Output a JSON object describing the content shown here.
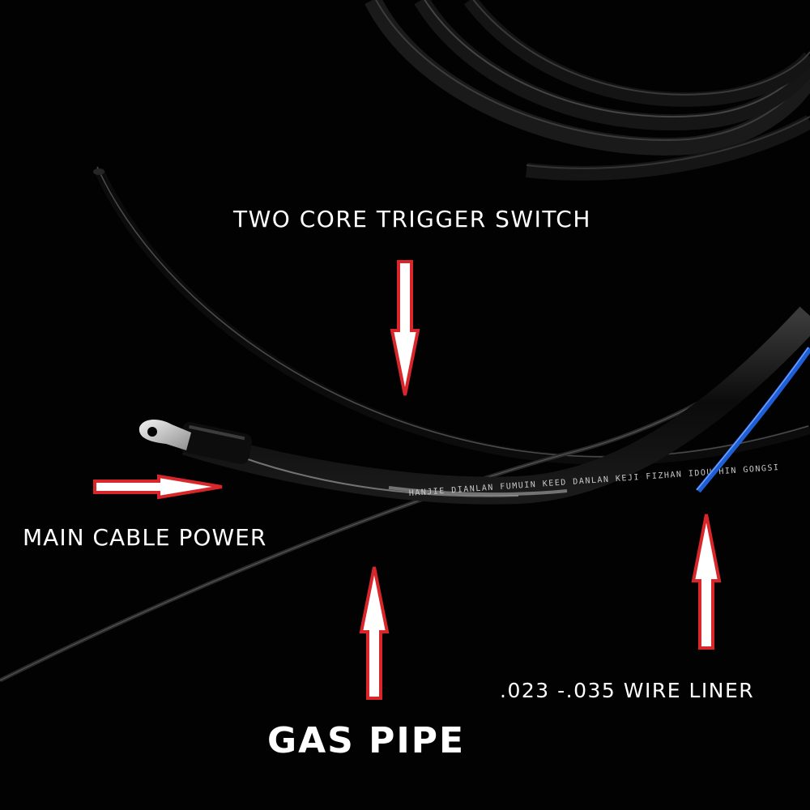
{
  "labels": {
    "trigger_switch": "TWO CORE TRIGGER SWITCH",
    "main_power": "MAIN CABLE POWER",
    "gas_pipe": "GAS PIPE",
    "wire_liner": ".023 -.035 WIRE LINER"
  },
  "cable_print": {
    "power_cable_text": "HANJIE DIANLAN FUMUIN KEED DANLAN KEJI FIZHAN IDOUTHIN GONGSI"
  },
  "colors": {
    "background": "#020202",
    "arrow_fill": "#ffffff",
    "arrow_outline": "#d8262b",
    "liner": "#1f5fd6",
    "cable": "#0a0a0a"
  },
  "icons": {
    "arrows": "red-outlined-white-arrow-icon"
  }
}
